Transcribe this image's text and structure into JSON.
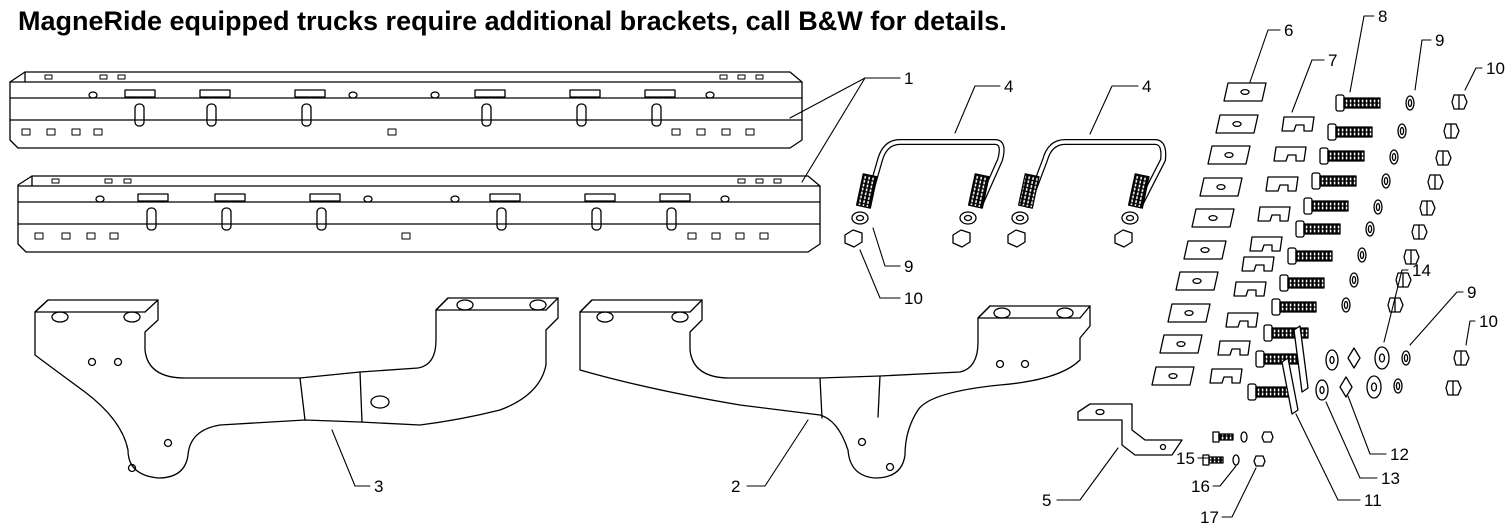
{
  "header": {
    "title": "MagneRide equipped trucks require additional brackets, call B&W for details."
  },
  "callouts": [
    "1",
    "4",
    "4",
    "9",
    "10",
    "3",
    "2",
    "5",
    "6",
    "7",
    "8",
    "9",
    "10",
    "14",
    "9",
    "10",
    "12",
    "13",
    "11",
    "15",
    "16",
    "17"
  ]
}
